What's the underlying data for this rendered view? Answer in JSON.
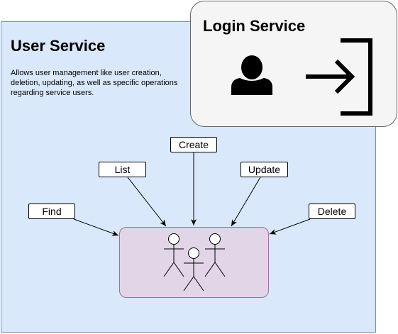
{
  "user_service": {
    "title": "User Service",
    "description": "Allows user management like user creation, deletion, updating, as well as specific operations regarding service users."
  },
  "login_service": {
    "title": "Login Service",
    "icons": [
      "user-icon",
      "login-arrow-icon"
    ]
  },
  "operations": {
    "create": "Create",
    "list": "List",
    "update": "Update",
    "find": "Find",
    "delete": "Delete"
  },
  "users_group": {
    "icons": [
      "stick-figure-icon",
      "stick-figure-icon",
      "stick-figure-icon"
    ]
  },
  "colors": {
    "user_service_fill": "#dae8fc",
    "user_service_border": "#6c8ebf",
    "login_service_fill": "#f5f5f5",
    "users_fill": "#e1d5e7",
    "users_border": "#9673a6"
  }
}
